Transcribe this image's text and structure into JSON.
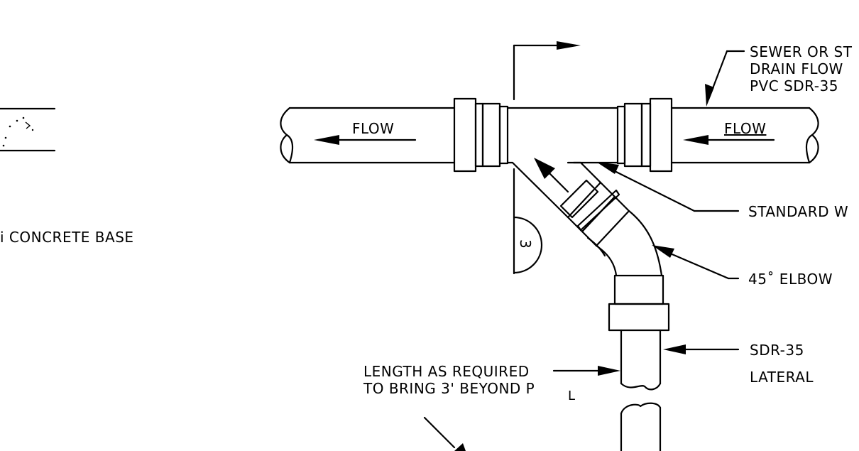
{
  "labels": {
    "flow_left": "FLOW",
    "flow_right": "FLOW",
    "sewer_line1": "SEWER OR ST",
    "sewer_line2": "DRAIN FLOW",
    "sewer_line3": "PVC SDR-35",
    "standard_wye": "STANDARD W",
    "elbow": "45˚ ELBOW",
    "lateral_line1": "SDR-35",
    "lateral_line2": "LATERAL",
    "length_line1": "LENGTH AS REQUIRED",
    "length_line2": "TO BRING 3' BEYOND P",
    "property_line_mark": "L",
    "concrete_base": "i CONCRETE BASE",
    "section_number": "3"
  }
}
